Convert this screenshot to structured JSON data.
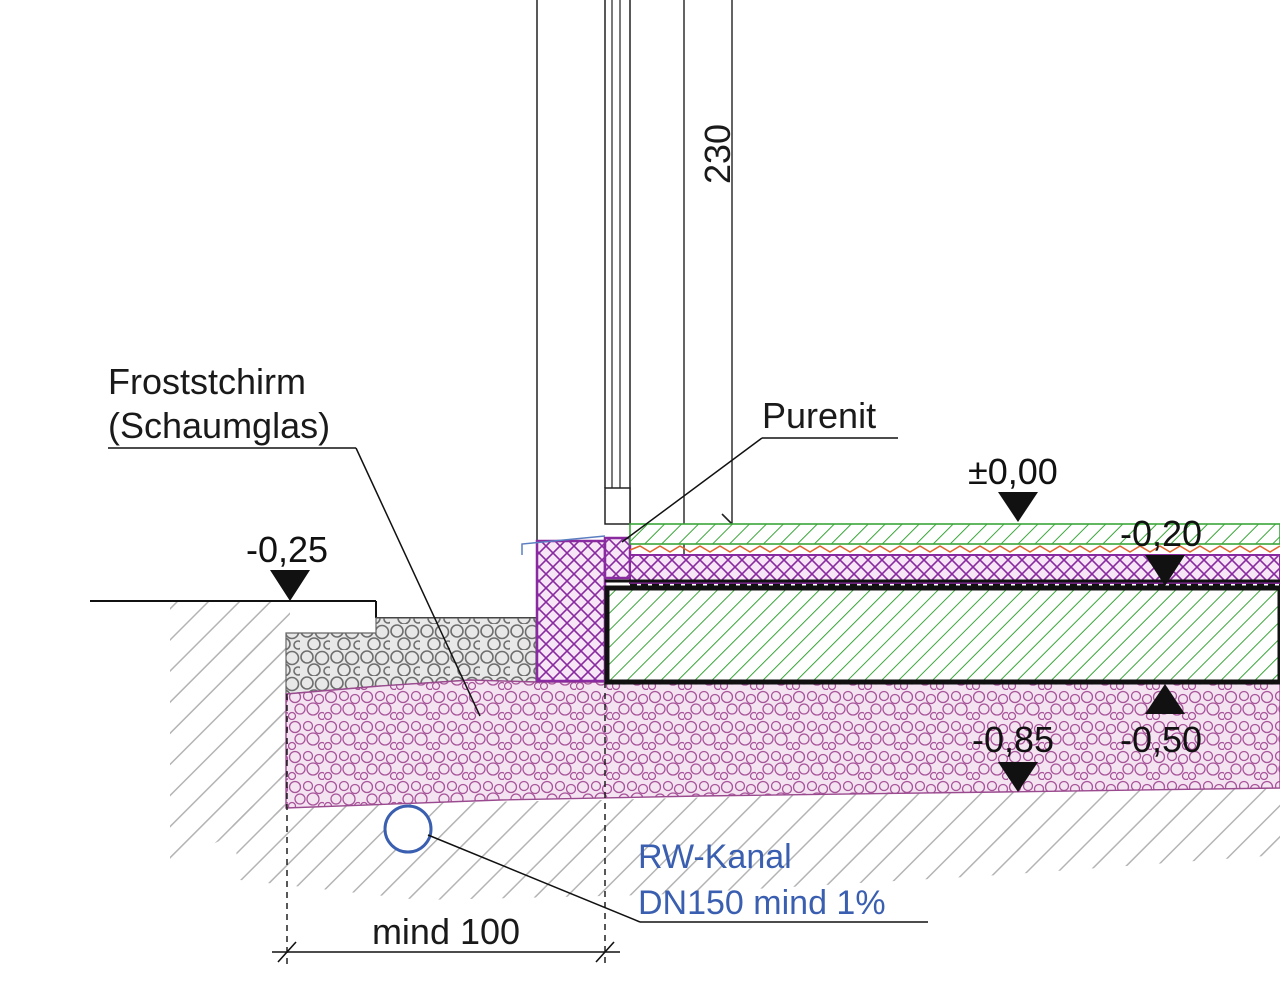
{
  "labels": {
    "frost_line1": "Froststchirm",
    "frost_line2": "(Schaumglas)",
    "purenit": "Purenit",
    "rw_line1": "RW-Kanal",
    "rw_line2": "DN150 mind 1%",
    "dim_bottom": "mind 100",
    "dim_vertical": "230"
  },
  "levels": {
    "ground": "-0,25",
    "floor": "±0,00",
    "slab_top": "-0,20",
    "slab_bottom": "-0,50",
    "gravel_bottom": "-0,85"
  },
  "colors": {
    "green": "#3aa63a",
    "purple": "#8a2aa0",
    "pink_fill": "#f2e2f0",
    "blue": "#3b5fb0",
    "orange": "#e0662a",
    "earth": "#bdbdbd"
  }
}
